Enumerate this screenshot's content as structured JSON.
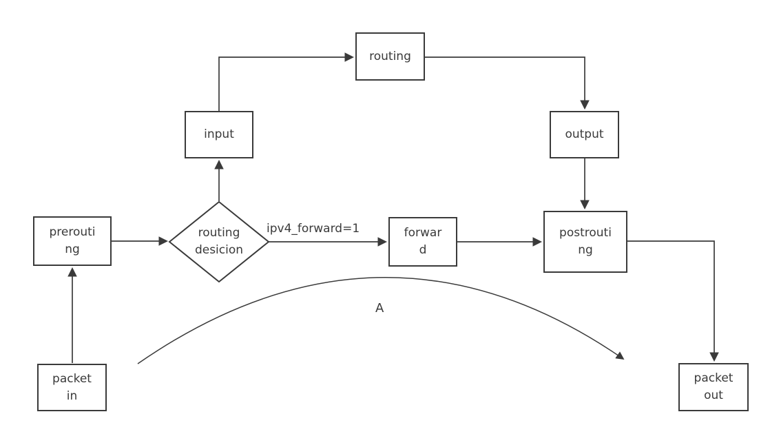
{
  "colors": {
    "stroke": "#3a3a3a",
    "background": "#ffffff"
  },
  "nodes": {
    "routing": {
      "label": "routing"
    },
    "input": {
      "label": "input"
    },
    "output": {
      "label": "output"
    },
    "prerouting": {
      "label": "prerouti\nng"
    },
    "routing_decision": {
      "label": "routing\ndesicion"
    },
    "forward": {
      "label": "forwar\nd"
    },
    "postrouting": {
      "label": "postrouti\nng"
    },
    "packet_in": {
      "label": "packet\nin"
    },
    "packet_out": {
      "label": "packet\nout"
    }
  },
  "edge_labels": {
    "forward_condition": "ipv4_forward=1",
    "bypass_arc": "A"
  }
}
